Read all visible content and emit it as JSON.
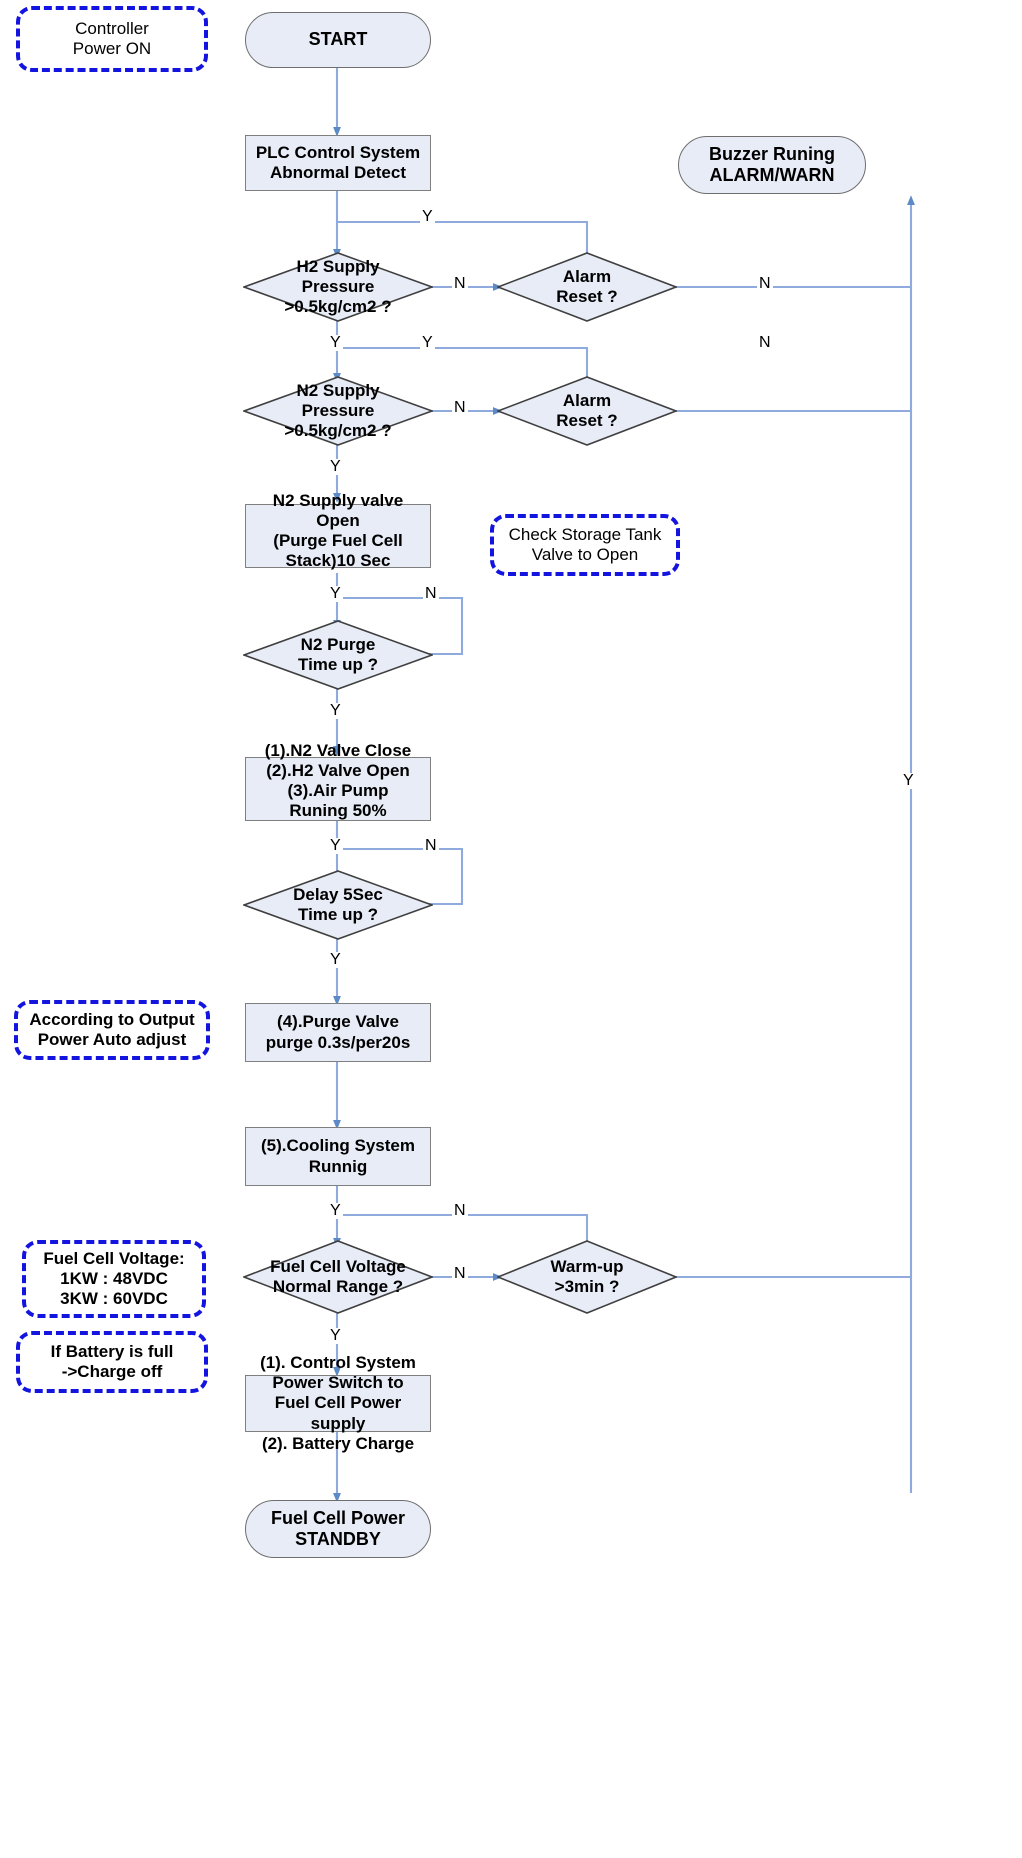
{
  "diagram": {
    "title": "Fuel Cell Power System Start-up Control Flowchart",
    "colors": {
      "node_fill": "#e8ecf7",
      "node_stroke": "#7f7f7f",
      "connector": "#8faadc",
      "note_border": "#1414e0",
      "text": "#000000",
      "background": "#ffffff"
    }
  },
  "nodes": {
    "note_controller_power": "Controller\nPower ON",
    "start": "START",
    "plc_detect": "PLC Control System\nAbnormal Detect",
    "buzzer": "Buzzer Runing\nALARM/WARN",
    "h2_pressure": "H2 Supply\nPressure\n>0.5kg/cm2 ?",
    "alarm_reset_1": "Alarm\nReset ?",
    "n2_pressure": "N2 Supply\nPressure\n>0.5kg/cm2 ?",
    "alarm_reset_2": "Alarm\nReset ?",
    "n2_valve_open": "N2 Supply valve\nOpen\n(Purge Fuel Cell\nStack)10 Sec",
    "note_storage_tank": "Check Storage Tank\nValve to Open",
    "n2_purge_timeup": "N2 Purge\nTime up ?",
    "valve_sequence": "(1).N2 Valve Close\n(2).H2 Valve Open\n(3).Air Pump\nRuning 50%",
    "delay_5sec": "Delay 5Sec\nTime up ?",
    "note_output_power": "According to Output\nPower Auto adjust",
    "purge_valve": "(4).Purge Valve\npurge 0.3s/per20s",
    "cooling_system": "(5).Cooling System\nRunnig",
    "note_fuel_cell_voltage": "Fuel Cell Voltage:\n1KW : 48VDC\n3KW : 60VDC",
    "fc_voltage_range": "Fuel Cell Voltage\nNormal Range ?",
    "warm_up": "Warm-up\n>3min ?",
    "note_battery_full": "If Battery is full\n->Charge off",
    "power_switch": "Power Switch to\nFuel Cell Power\nsupply",
    "power_switch_top": "(1). Control System",
    "power_switch_bottom": "(2). Battery Charge",
    "standby": "Fuel Cell Power\nSTANDBY"
  },
  "edge_labels": {
    "h2_yes_top": "Y",
    "h2_no": "N",
    "h2_down_yes": "Y",
    "n2_yes_top": "Y",
    "n2_no": "N",
    "n2_down_yes": "Y",
    "alarm1_no": "N",
    "alarm2_no": "N",
    "purge_loop_yes": "Y",
    "purge_loop_no": "N",
    "purge_down_yes": "Y",
    "delay_loop_yes": "Y",
    "delay_loop_no": "N",
    "delay_down_yes": "Y",
    "fcv_yes_top": "Y",
    "fcv_no_top": "N",
    "fcv_no": "N",
    "fcv_down_yes": "Y",
    "buzzer_up_yes": "Y"
  }
}
